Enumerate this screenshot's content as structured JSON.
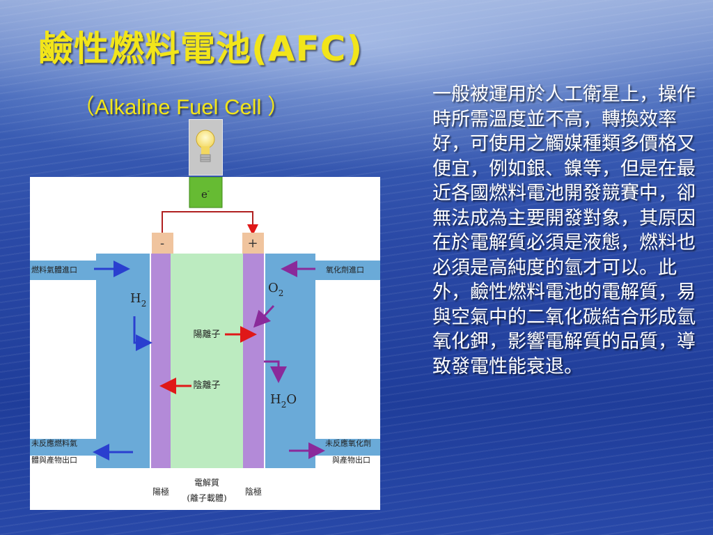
{
  "slide": {
    "title": "鹼性燃料電池(AFC)",
    "subtitle": "（Alkaline Fuel Cell ）",
    "body": "一般被運用於人工衛星上，操作時所需溫度並不高，轉換效率好，可使用之觸媒種類多價格又便宜，例如銀、鎳等，但是在最近各國燃料電池開發競賽中，卻無法成為主要開發對象，其原因在於電解質必須是液態，燃料也必須是高純度的氫才可以。此外，鹼性燃料電池的電解質，易與空氣中的二氧化碳結合形成氫氧化鉀，影響電解質的品質，導致發電性能衰退。"
  },
  "diagram": {
    "electron_label": "e",
    "electron_superscript": "-",
    "terminal_negative": "-",
    "terminal_positive": "+",
    "fuel_inlet": "燃料氣體進口",
    "oxidant_inlet": "氧化劑進口",
    "fuel_outlet_line1": "未反應燃料氣",
    "fuel_outlet_line2": "體與產物出口",
    "oxidant_outlet_line1": "未反應氧化劑",
    "oxidant_outlet_line2": "與產物出口",
    "h2_main": "H",
    "h2_sub": "2",
    "o2_main": "O",
    "o2_sub": "2",
    "h2o_main": "H",
    "h2o_sub": "2",
    "h2o_tail": "O",
    "cation": "陽離子",
    "anion": "陰離子",
    "anode": "陽極",
    "electrolyte_line1": "電解質",
    "electrolyte_line2": "(離子載體)",
    "cathode": "陰極",
    "colors": {
      "gas_channel": "#6aaad8",
      "electrode": "#b38ad8",
      "electrolyte": "#bcebc0",
      "terminal": "#f0c49e",
      "load": "#66bb33",
      "wire": "#b02020",
      "arrow_blue": "#2a3fcf",
      "arrow_red": "#e01818",
      "arrow_purple": "#8a2a9a"
    }
  }
}
